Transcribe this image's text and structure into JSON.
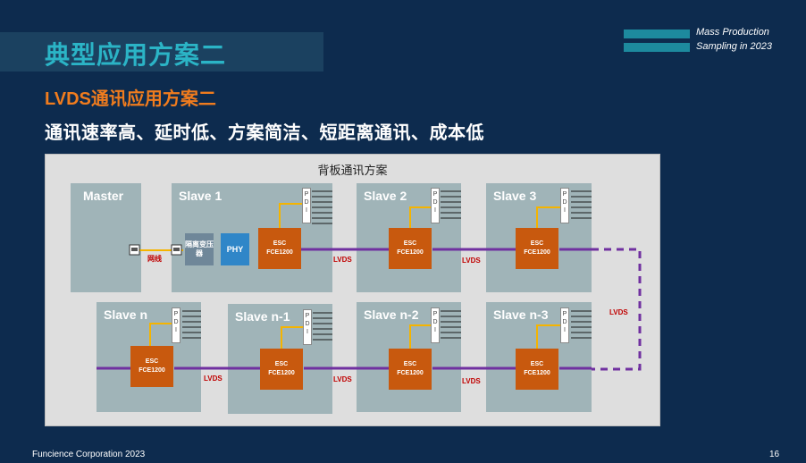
{
  "header": {
    "title": "典型应用方案二",
    "tag_line1": "Mass Production",
    "tag_line2": "Sampling in 2023",
    "subtitle": "LVDS通讯应用方案二",
    "headline": "通讯速率高、延时低、方案简洁、短距离通讯、成本低"
  },
  "diagram": {
    "panel_title": "背板通讯方案",
    "master_label": "Master",
    "slaves": {
      "s1": "Slave 1",
      "s2": "Slave 2",
      "s3": "Slave 3",
      "sn": "Slave n",
      "sn1": "Slave n-1",
      "sn2": "Slave n-2",
      "sn3": "Slave n-3"
    },
    "pdi_label": "PDI",
    "esc_line1": "ESC",
    "esc_line2": "FCE1200",
    "transformer_label": "隔离变压器",
    "phy_label": "PHY",
    "network_label": "网线",
    "lvds_label": "LVDS",
    "colors": {
      "lvds_line": "#7030a0",
      "pdi_line": "#f5b400",
      "esc_fill": "#c8590e",
      "title": "#2bb4c6",
      "subtitle": "#f07c1e"
    }
  },
  "footer": {
    "company": "Funcience Corporation 2023",
    "page": "16"
  }
}
